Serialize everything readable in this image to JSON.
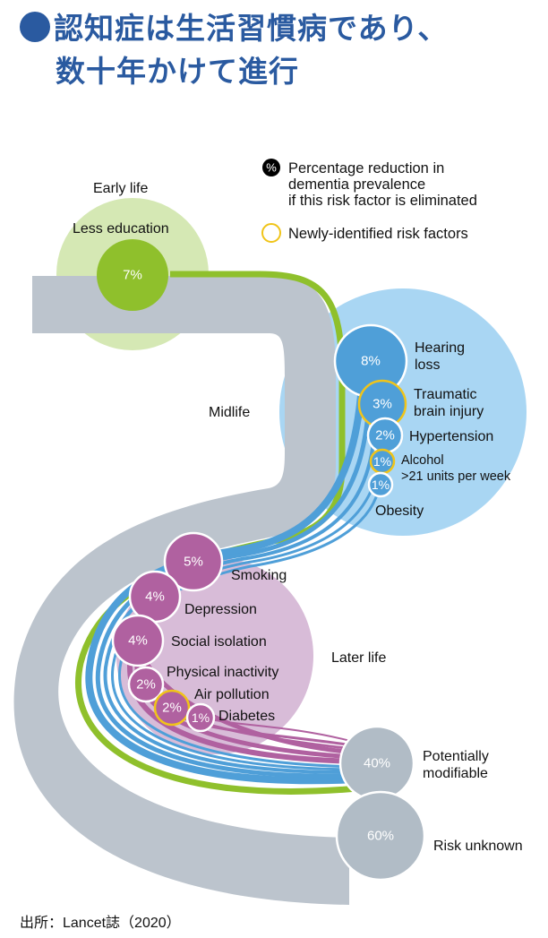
{
  "title": {
    "line1": "認知症は生活習慣病であり、",
    "line2": "数十年かけて進行",
    "color": "#2a5aa0"
  },
  "legend": {
    "percent_symbol": "%",
    "percent_desc_line1": "Percentage reduction in",
    "percent_desc_line2": "dementia prevalence",
    "percent_desc_line3": "if this risk factor is eliminated",
    "new_factor_desc": "Newly-identified risk factors",
    "new_factor_color": "#f0c419"
  },
  "stages": {
    "early": "Early life",
    "mid": "Midlife",
    "later": "Later life"
  },
  "colors": {
    "early": "#8fc02c",
    "early_bg": "#d5e8b4",
    "mid": "#4f9fd8",
    "mid_bg": "#a9d6f3",
    "later": "#b061a0",
    "later_bg": "#d8bcd8",
    "gray": "#bcc4cd",
    "result_gray": "#b1bcc6"
  },
  "factors": {
    "early": [
      {
        "name": "Less education",
        "pct": "7%",
        "new": false
      }
    ],
    "mid": [
      {
        "name_line1": "Hearing",
        "name_line2": "loss",
        "pct": "8%",
        "new": false
      },
      {
        "name_line1": "Traumatic",
        "name_line2": "brain injury",
        "pct": "3%",
        "new": true
      },
      {
        "name_line1": "Hypertension",
        "name_line2": "",
        "pct": "2%",
        "new": false
      },
      {
        "name_line1": "Alcohol",
        "name_line2": ">21 units per week",
        "pct": "1%",
        "new": true
      },
      {
        "name_line1": "Obesity",
        "name_line2": "",
        "pct": "1%",
        "new": false
      }
    ],
    "later": [
      {
        "name": "Smoking",
        "pct": "5%",
        "new": false
      },
      {
        "name": "Depression",
        "pct": "4%",
        "new": false
      },
      {
        "name": "Social isolation",
        "pct": "4%",
        "new": false
      },
      {
        "name": "Physical inactivity",
        "pct": "2%",
        "new": false
      },
      {
        "name": "Air pollution",
        "pct": "2%",
        "new": true
      },
      {
        "name": "Diabetes",
        "pct": "1%",
        "new": false
      }
    ]
  },
  "results": {
    "modifiable": {
      "pct": "40%",
      "line1": "Potentially",
      "line2": "modifiable"
    },
    "unknown": {
      "pct": "60%",
      "label": "Risk unknown"
    }
  },
  "source": "出所：Lancet誌（2020）"
}
